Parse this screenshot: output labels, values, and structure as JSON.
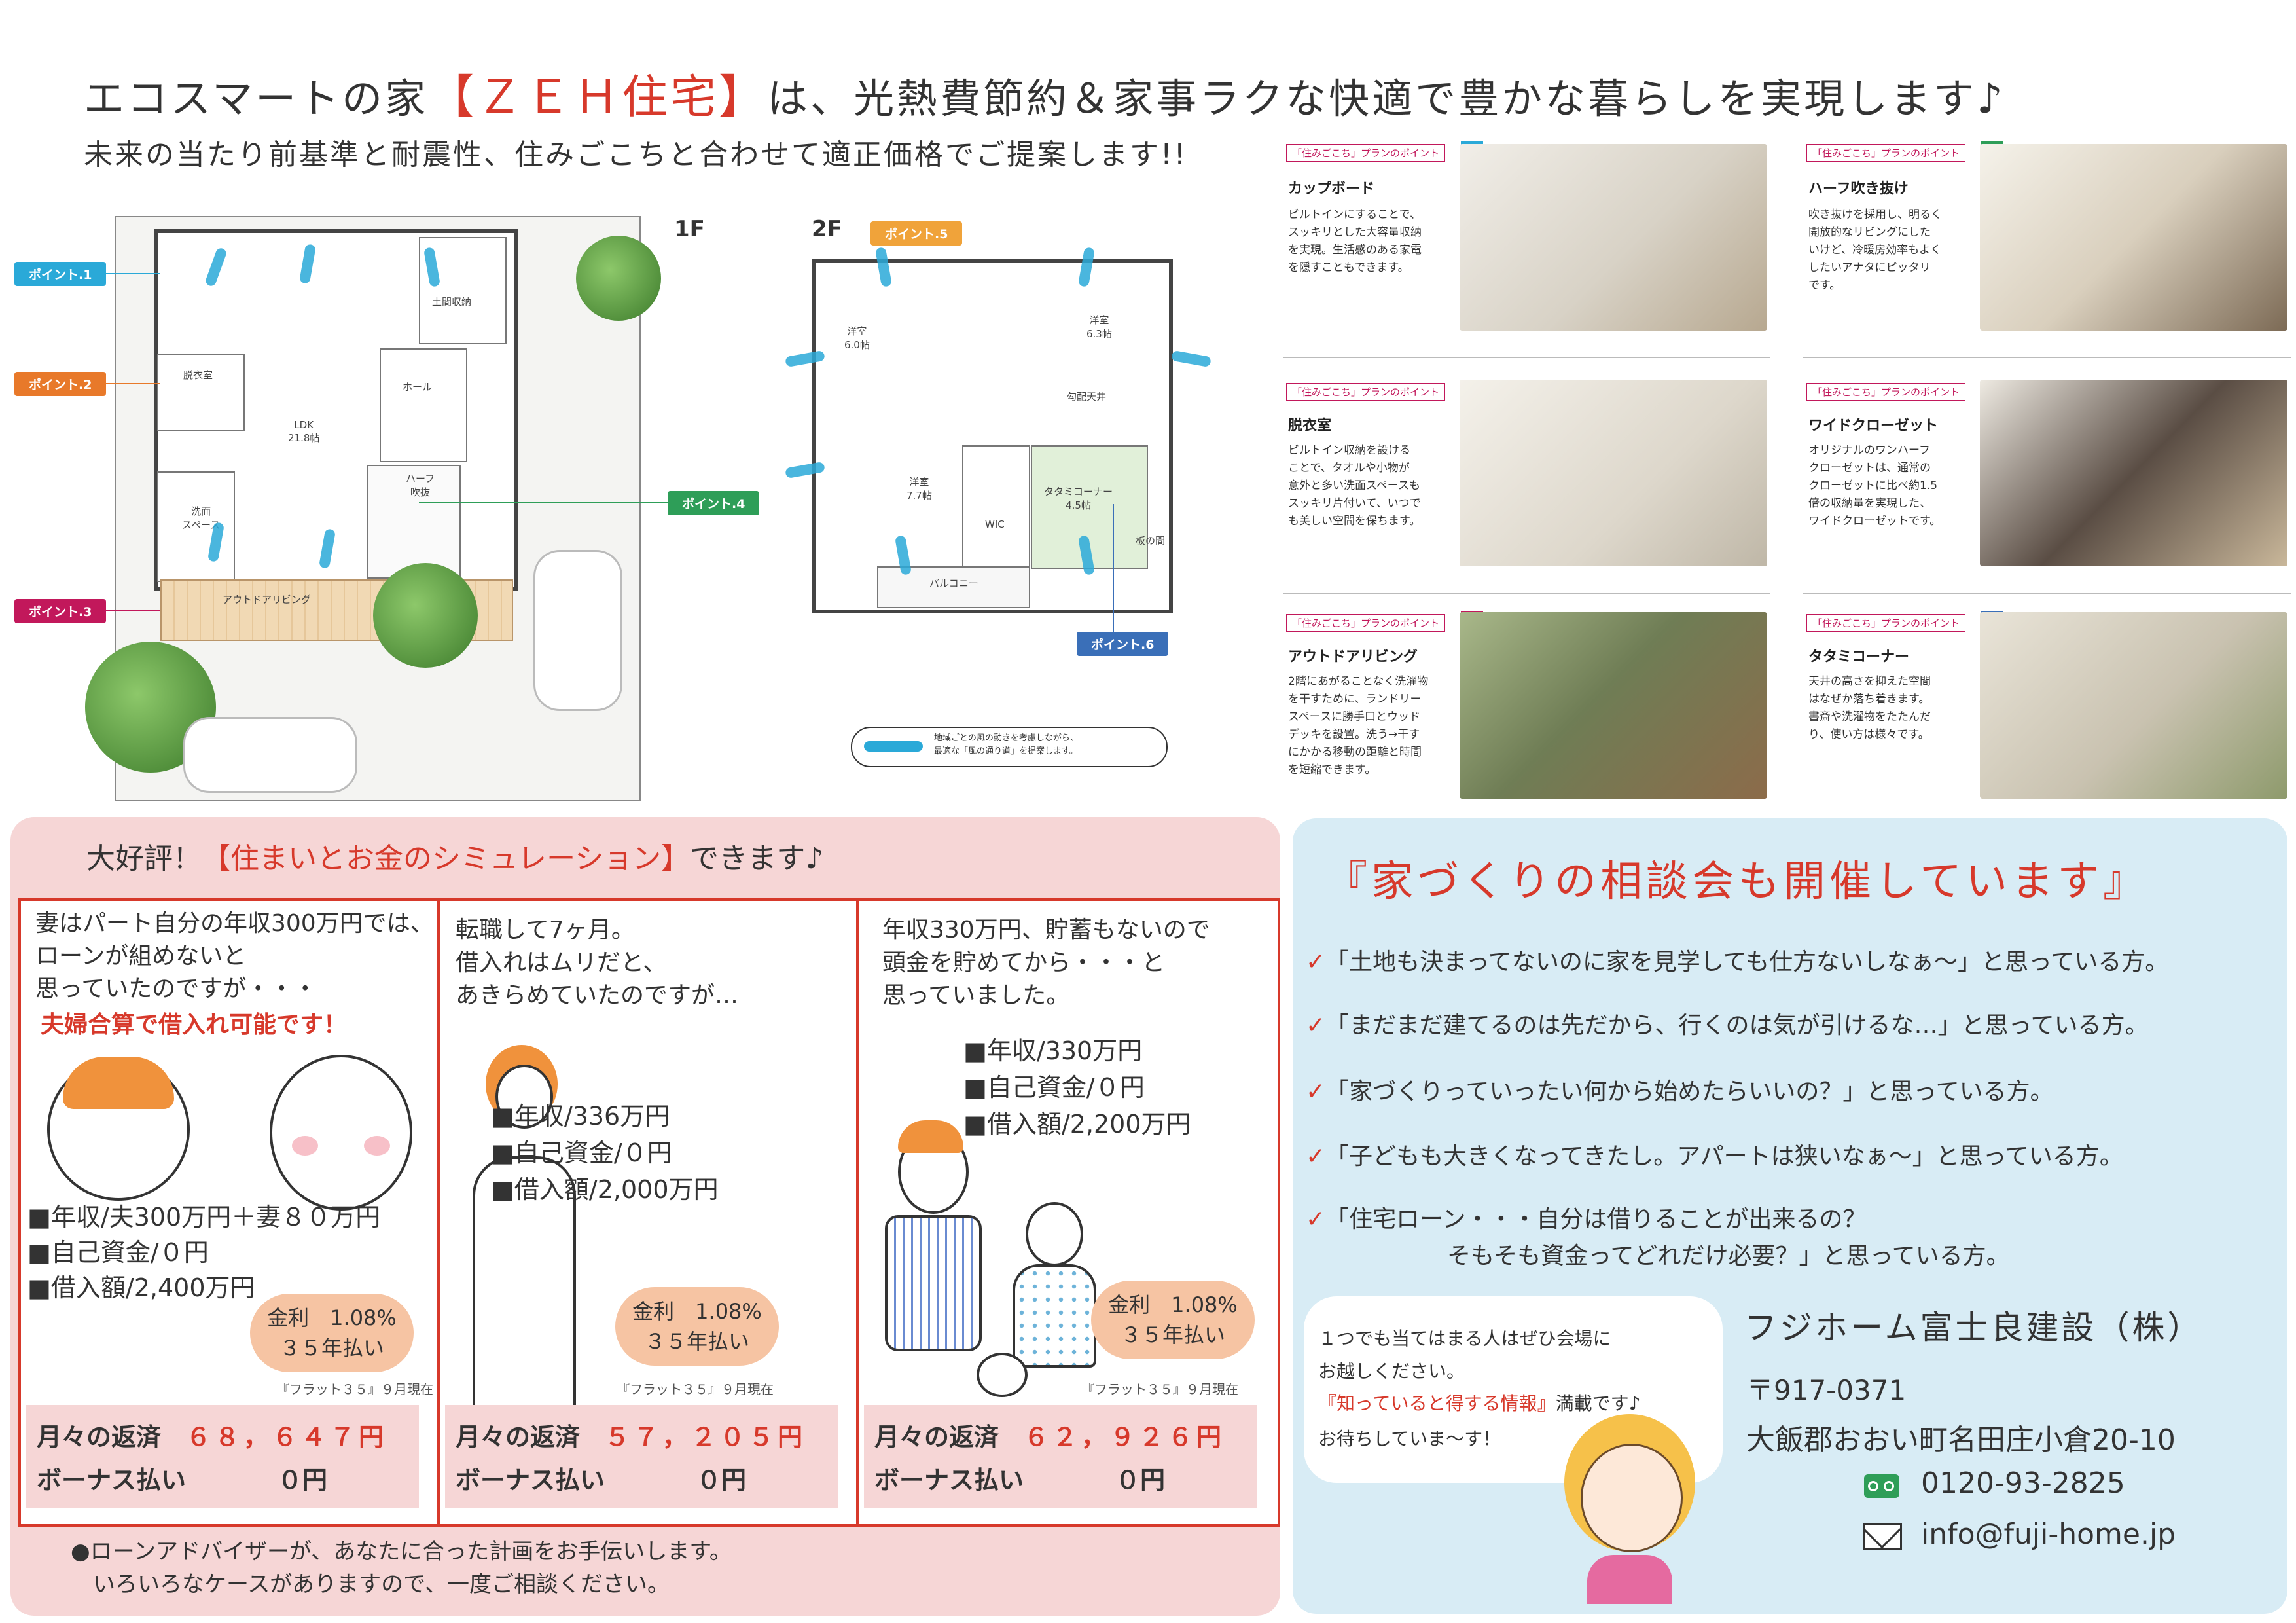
{
  "header": {
    "title_pre": "エコスマートの家",
    "title_highlight": "【ＺＥＨ住宅】",
    "title_post": "は、光熱費節約＆家事ラクな快適で豊かな暮らしを実現します♪",
    "subtitle": "未来の当たり前基準と耐震性、住みごこちと合わせて適正価格でご提案します!!"
  },
  "floorplan": {
    "floor1_label": "1F",
    "floor2_label": "2F",
    "rooms_1f": {
      "storage": "土間収納",
      "dressing": "脱衣室",
      "hall": "ホール",
      "ldk": "LDK\n21.8帖",
      "half": "ハーフ\n吹抜",
      "wash": "洗面\nスペース",
      "outdoor": "アウトドアリビング"
    },
    "rooms_2f": {
      "west": "洋室\n6.0帖",
      "east": "洋室\n6.3帖",
      "slope": "勾配天井",
      "mid": "洋室\n7.7帖",
      "wic": "WIC",
      "tatami": "タタミコーナー\n4.5帖",
      "balcony": "バルコニー",
      "board": "板の間"
    },
    "points": [
      {
        "label": "ポイント.1",
        "color": "#2aa9d8"
      },
      {
        "label": "ポイント.2",
        "color": "#e8792a"
      },
      {
        "label": "ポイント.3",
        "color": "#c2185b"
      },
      {
        "label": "ポイント.4",
        "color": "#2e9e58"
      },
      {
        "label": "ポイント.5",
        "color": "#f0a33a"
      },
      {
        "label": "ポイント.6",
        "color": "#3a6fb8"
      }
    ],
    "legend": "地域ごとの風の動きを考慮しながら、\n最適な「風の通り道」を提案します。"
  },
  "cards": [
    {
      "tag": "「住みごこち」プランのポイント",
      "num": "1",
      "color": "#2aa9d8",
      "title": "カップボード",
      "text": "ビルトインにすることで、\nスッキリとした大容量収納\nを実現。生活感のある家電\nを隠すこともできます。"
    },
    {
      "tag": "「住みごこち」プランのポイント",
      "num": "2",
      "color": "#e8792a",
      "title": "脱衣室",
      "text": "ビルトイン収納を設ける\nことで、タオルや小物が\n意外と多い洗面スペースも\nスッキリ片付いて、いつで\nも美しい空間を保ちます。"
    },
    {
      "tag": "「住みごこち」プランのポイント",
      "num": "3",
      "color": "#c2185b",
      "title": "アウトドアリビング",
      "text": "2階にあがることなく洗濯物\nを干すために、ランドリー\nスペースに勝手口とウッド\nデッキを設置。洗う→干す\nにかかる移動の距離と時間\nを短縮できます。"
    },
    {
      "tag": "「住みごこち」プランのポイント",
      "num": "4",
      "color": "#2e9e58",
      "title": "ハーフ吹き抜け",
      "text": "吹き抜けを採用し、明るく\n開放的なリビングにした\nいけど、冷暖房効率もよく\nしたいアナタにピッタリ\nです。"
    },
    {
      "tag": "「住みごこち」プランのポイント",
      "num": "5",
      "color": "#f0a33a",
      "title": "ワイドクローゼット",
      "text": "オリジナルのワンハーフ\nクローゼットは、通常の\nクローゼットに比べ約1.5\n倍の収納量を実現した、\nワイドクローゼットです。"
    },
    {
      "tag": "「住みごこち」プランのポイント",
      "num": "6",
      "color": "#3a6fb8",
      "title": "タタミコーナー",
      "text": "天井の高さを抑えた空間\nはなぜか落ち着きます。\n書斎や洗濯物をたたんだ\nり、使い方は様々です。"
    }
  ],
  "simulation": {
    "heading_pre": "大好評！",
    "heading_highlight": "【住まいとお金のシミュレーション】",
    "heading_post": "できます♪",
    "cases": [
      {
        "story": "妻はパート自分の年収300万円では、\nローンが組めないと\n思っていたのですが・・・",
        "highlight": "夫婦合算で借入れ可能です！",
        "specs": [
          "■年収/夫300万円＋妻８０万円",
          "■自己資金/０円",
          "■借入額/2,400万円"
        ],
        "rate": "金利　1.08%",
        "term": "３５年払い",
        "note": "『フラット３５』９月現在",
        "monthly_label": "月々の返済",
        "monthly_value": "６８，６４７円",
        "bonus_label": "ボーナス払い",
        "bonus_value": "０円"
      },
      {
        "story": "転職して7ヶ月。\n借入れはムリだと、\nあきらめていたのですが…",
        "highlight": "",
        "specs": [
          "■年収/336万円",
          "■自己資金/０円",
          "■借入額/2,000万円"
        ],
        "rate": "金利　1.08%",
        "term": "３５年払い",
        "note": "『フラット３５』９月現在",
        "monthly_label": "月々の返済",
        "monthly_value": "５７，２０５円",
        "bonus_label": "ボーナス払い",
        "bonus_value": "０円"
      },
      {
        "story": "年収330万円、貯蓄もないので\n頭金を貯めてから・・・と\n思っていました。",
        "highlight": "",
        "specs": [
          "■年収/330万円",
          "■自己資金/０円",
          "■借入額/2,200万円"
        ],
        "rate": "金利　1.08%",
        "term": "３５年払い",
        "note": "『フラット３５』９月現在",
        "monthly_label": "月々の返済",
        "monthly_value": "６２，９２６円",
        "bonus_label": "ボーナス払い",
        "bonus_value": "０円"
      }
    ],
    "footer": "●ローンアドバイザーが、あなたに合った計画をお手伝いします。\n　いろいろなケースがありますので、一度ご相談ください。"
  },
  "consult": {
    "heading": "『家づくりの相談会も開催しています』",
    "checks": [
      "「土地も決まってないのに家を見学しても仕方ないしなぁ～」と思っている方。",
      "「まだまだ建てるのは先だから、行くのは気が引けるな…」と思っている方。",
      "「家づくりっていったい何から始めたらいいの？」と思っている方。",
      "「子どもも大きくなってきたし。アパートは狭いなぁ～」と思っている方。",
      "「住宅ローン・・・自分は借りることが出来るの？\n　　　　　　そもそも資金ってどれだけ必要？」と思っている方。"
    ],
    "bubble_line1": "１つでも当てはまる人はぜひ会場に\nお越しください。",
    "bubble_highlight": "『知っていると得する情報』",
    "bubble_line2": "満載です♪",
    "bubble_line3": "お待ちしていま～す！",
    "company": "フジホーム富士良建設（株）",
    "postal": "〒917-0371",
    "address": "大飯郡おおい町名田庄小倉20-10",
    "phone": "0120-93-2825",
    "email": "info@fuji-home.jp",
    "icons": [
      "free-dial-icon",
      "mail-icon",
      "check-icon"
    ]
  }
}
